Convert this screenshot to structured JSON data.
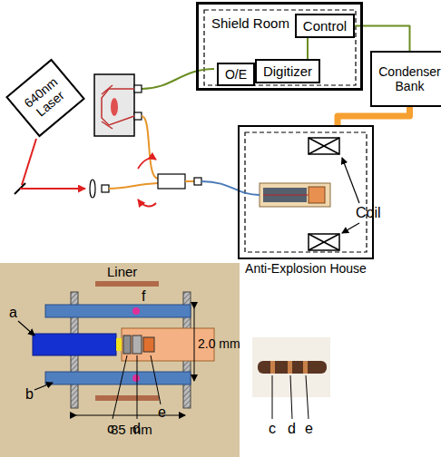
{
  "diagram": {
    "nodes": [
      {
        "text": [
          "Shield Room"
        ]
      },
      {
        "text": [
          "Control"
        ],
        "in": 0
      },
      {
        "text": [
          "O/E"
        ],
        "in": 0
      },
      {
        "text": [
          "Digitizer"
        ],
        "in": 0
      },
      {
        "text": [
          "Condenser Bank"
        ]
      },
      {
        "text": [
          "640nm Laser"
        ]
      },
      {
        "text": [
          "Anti-Explosion House"
        ]
      }
    ],
    "edges": [
      {
        "from": 2,
        "to": 3,
        "arrow": "none"
      },
      {
        "from": 3,
        "to": 1,
        "arrow": "none"
      },
      {
        "from": 1,
        "to": 4,
        "arrow": "none"
      },
      {
        "from": 4,
        "to": 6,
        "arrow": "none"
      }
    ],
    "labels": [
      "Coil",
      "Liner",
      "2.0 mm",
      "85 mm",
      "a",
      "b",
      "c",
      "d",
      "e",
      "f",
      "c",
      "d",
      "e"
    ]
  }
}
